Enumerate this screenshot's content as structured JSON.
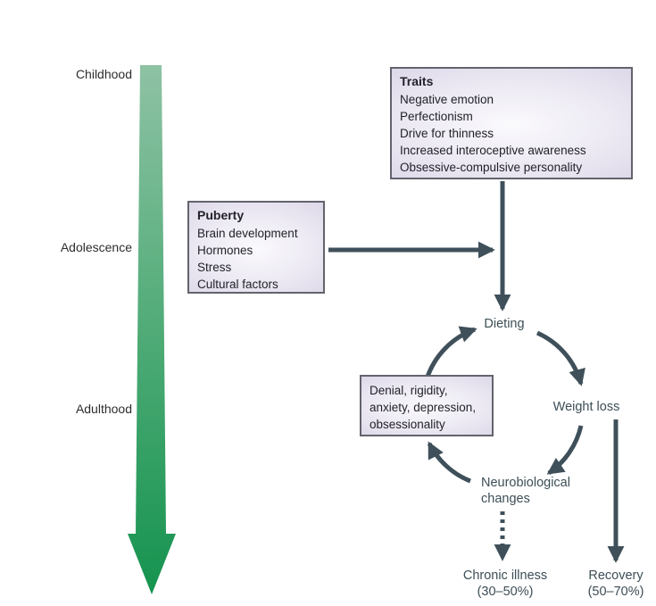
{
  "timeline": {
    "childhood": "Childhood",
    "adolescence": "Adolescence",
    "adulthood": "Adulthood"
  },
  "boxes": {
    "traits": {
      "title": "Traits",
      "items": [
        "Negative emotion",
        "Perfectionism",
        "Drive for thinness",
        "Increased interoceptive awareness",
        "Obsessive-compulsive personality"
      ]
    },
    "puberty": {
      "title": "Puberty",
      "items": [
        "Brain development",
        "Hormones",
        "Stress",
        "Cultural factors"
      ]
    },
    "denial": {
      "lines": [
        "Denial, rigidity,",
        "anxiety, depression,",
        "obsessionality"
      ]
    }
  },
  "cycle": {
    "dieting": "Dieting",
    "weight_loss": "Weight loss",
    "neurobiological_line1": "Neurobiological",
    "neurobiological_line2": "changes"
  },
  "outcomes": {
    "chronic_illness": {
      "label": "Chronic illness",
      "rate": "(30–50%)"
    },
    "recovery": {
      "label": "Recovery",
      "rate": "(50–70%)"
    }
  },
  "colors": {
    "connector_arrow": "#3f505a",
    "timeline_arrow_top": "#8ec2a4",
    "timeline_arrow_bottom": "#15934f",
    "box_border": "#63636d",
    "box_fill_edge": "#d5cfe2",
    "box_fill_center": "#fbfafd",
    "timeline_text": "#2d2d2d",
    "cycle_text": "#3d4e57"
  }
}
